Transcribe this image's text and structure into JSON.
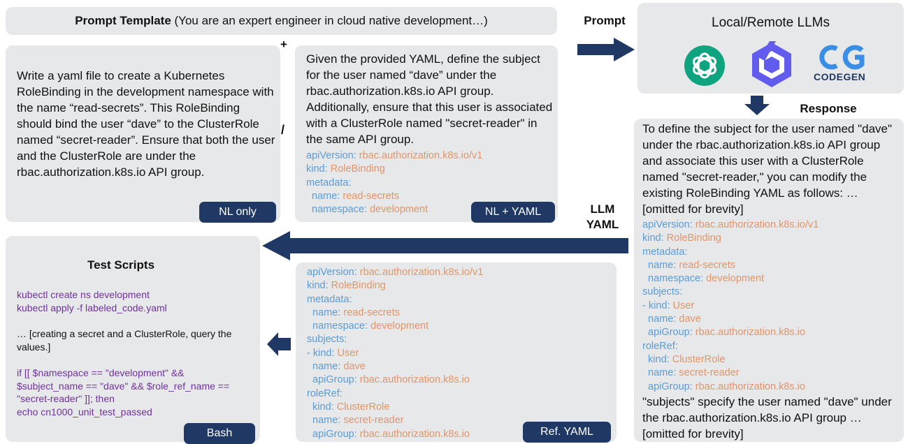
{
  "template_bar": {
    "bold": "Prompt Template",
    "rest": " (You are an expert engineer in cloud native development…)"
  },
  "symbols": {
    "plus": "+",
    "slash": "/"
  },
  "nl_only": {
    "text": "Write a yaml file to create a Kubernetes RoleBinding  in the development namespace with the name “read-secrets”. This RoleBinding  should bind the user “dave” to the ClusterRole named “secret-reader”. Ensure that both the user and the ClusterRole are under the rbac.authorization.k8s.io API group.",
    "tag": "NL only"
  },
  "nl_yaml": {
    "text": "Given the provided YAML, define the subject for the user named “dave” under the rbac.authorization.k8s.io API group. Additionally,  ensure that this user is associated with a ClusterRole named \"secret-reader\" in the same API group.",
    "yaml": [
      [
        "apiVersion:",
        " rbac.authorization.k8s.io/v1"
      ],
      [
        "kind:",
        " RoleBinding"
      ],
      [
        "metadata:",
        ""
      ],
      [
        "  name:",
        " read-secrets"
      ],
      [
        "  namespace:",
        " development"
      ]
    ],
    "tag": "NL + YAML"
  },
  "labels": {
    "prompt": "Prompt",
    "response": "Response",
    "llm": "LLM",
    "yaml": "YAML"
  },
  "llms": {
    "title": "Local/Remote LLMs",
    "icons": [
      "openai-logo",
      "qwen-logo",
      "codegen-logo"
    ],
    "codegen_word": "CODEGEN"
  },
  "response": {
    "intro": "To define the subject for the user named \"dave\" under the rbac.authorization.k8s.io API group and associate this user with a ClusterRole named \"secret-reader,\" you can modify the existing RoleBinding YAML as follows: … [omitted for brevity]",
    "yaml": [
      [
        "apiVersion:",
        " rbac.authorization.k8s.io/v1"
      ],
      [
        "kind:",
        " RoleBinding"
      ],
      [
        "metadata:",
        ""
      ],
      [
        "  name:",
        " read-secrets"
      ],
      [
        "  namespace:",
        " development"
      ],
      [
        "subjects:",
        ""
      ],
      [
        "- kind:",
        " User"
      ],
      [
        "  name:",
        " dave"
      ],
      [
        "  apiGroup:",
        " rbac.authorization.k8s.io"
      ],
      [
        "roleRef:",
        ""
      ],
      [
        "  kind:",
        " ClusterRole"
      ],
      [
        "  name:",
        " secret-reader"
      ],
      [
        "  apiGroup:",
        " rbac.authorization.k8s.io"
      ]
    ],
    "outro": "\"subjects\" specify the user named \"dave\" under the rbac.authorization.k8s.io API group … [omitted for brevity]"
  },
  "test_scripts": {
    "title": "Test Scripts",
    "cmd1": "kubectl create ns development",
    "cmd2": "kubectl apply -f labeled_code.yaml",
    "note": "… [creating a secret and a ClusterRole, query the values.]",
    "cond": "if [[ $namespace == \"development\" && $subject_name == \"dave\" && $role_ref_name == \"secret-reader\" ]]; then",
    "echo": "echo cn1000_unit_test_passed",
    "tag": "Bash"
  },
  "ref_yaml": {
    "yaml": [
      [
        "apiVersion:",
        " rbac.authorization.k8s.io/v1"
      ],
      [
        "kind:",
        " RoleBinding"
      ],
      [
        "metadata:",
        ""
      ],
      [
        "  name:",
        " read-secrets"
      ],
      [
        "  namespace:",
        " development"
      ],
      [
        "subjects:",
        ""
      ],
      [
        "- kind:",
        " User"
      ],
      [
        "  name:",
        " dave"
      ],
      [
        "  apiGroup:",
        " rbac.authorization.k8s.io"
      ],
      [
        "roleRef:",
        ""
      ],
      [
        "  kind:",
        " ClusterRole"
      ],
      [
        "  name:",
        " secret-reader"
      ],
      [
        "  apiGroup:",
        " rbac.authorization.k8s.io"
      ]
    ],
    "tag": "Ref. YAML"
  },
  "colors": {
    "box": "#e7e8e9",
    "tag": "#1f3864",
    "arrow": "#1f3864",
    "key": "#5b9bd5",
    "value": "#e0956b",
    "script": "#7030a0"
  }
}
